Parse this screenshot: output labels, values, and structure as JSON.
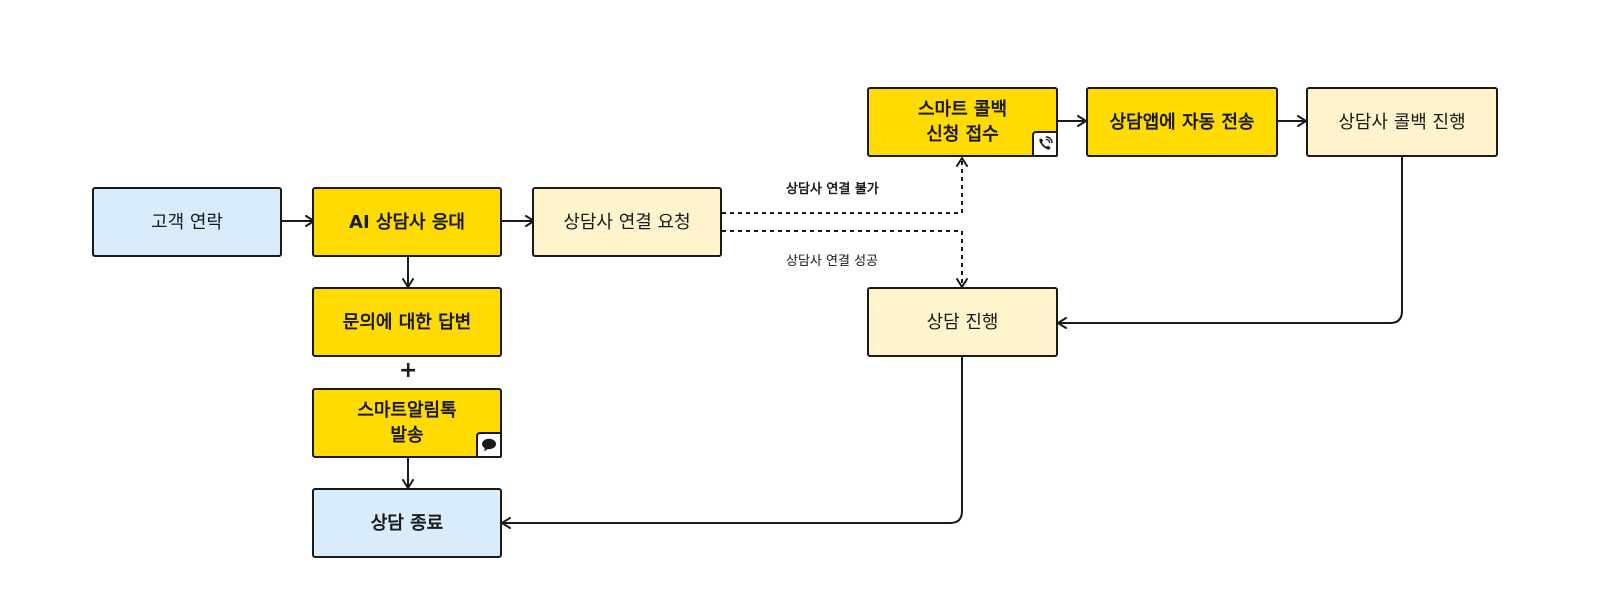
{
  "diagram": {
    "nodes": {
      "customer_contact": "고객 연락",
      "ai_agent": "AI 상담사 응대",
      "connect_request": "상담사 연결 요청",
      "inquiry_answer": "문의에 대한 답변",
      "smart_alimtalk": "스마트알림톡\n발송",
      "consult_end": "상담 종료",
      "smart_callback": "스마트 콜백\n신청 접수",
      "auto_send": "상담앱에 자동 전송",
      "agent_callback": "상담사 콜백 진행",
      "consult_progress": "상담 진행"
    },
    "edge_labels": {
      "connect_fail": "상담사 연결 불가",
      "connect_success": "상담사 연결 성공"
    },
    "plus_symbol": "+",
    "icons": {
      "callback": "phone-icon",
      "alimtalk": "chat-bubble-icon"
    },
    "colors": {
      "blue": "#d8ecfb",
      "gold": "#ffdb00",
      "cream": "#fff4cc",
      "line": "#1a1a1a"
    }
  }
}
